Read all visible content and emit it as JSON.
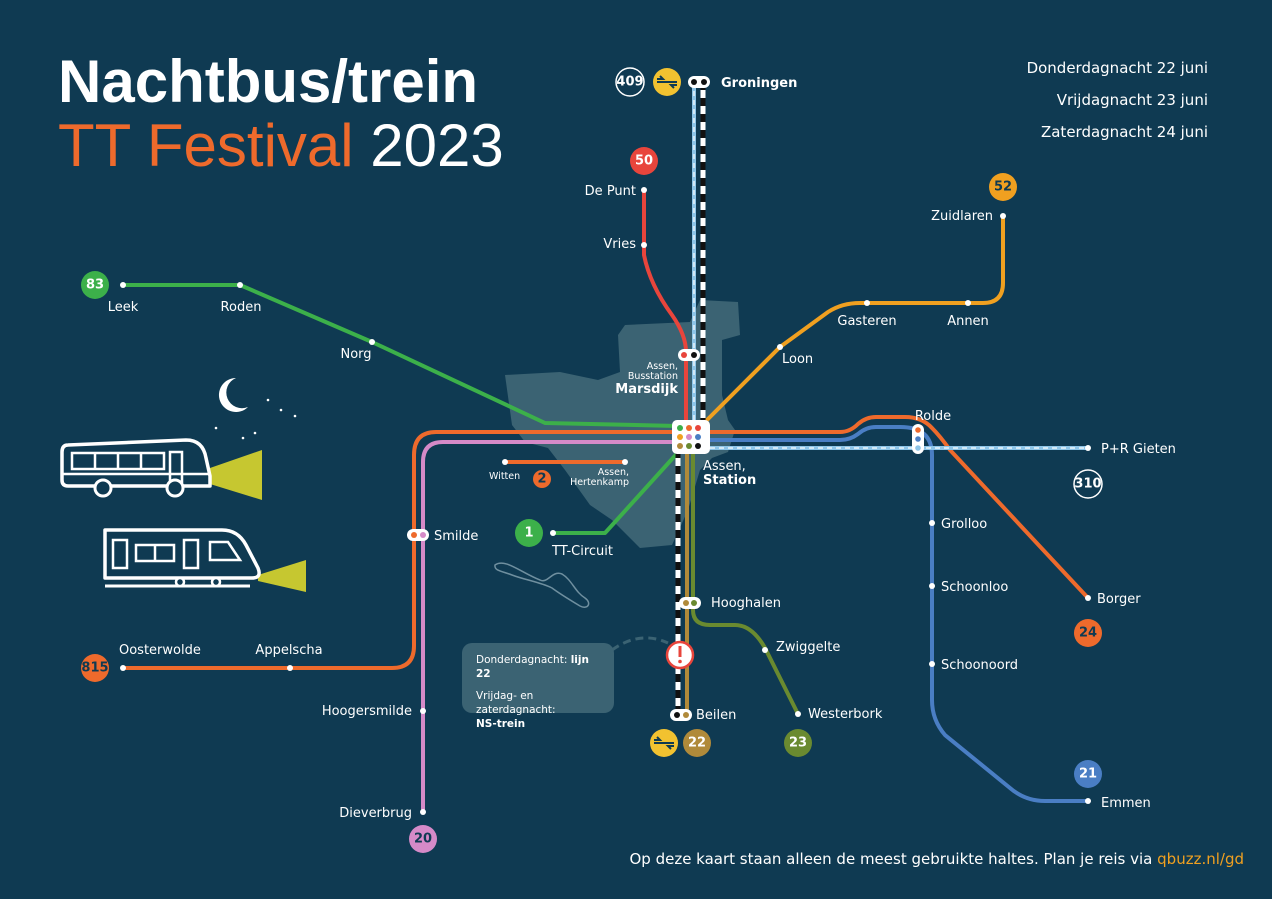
{
  "title": {
    "line1": "Nachtbus/trein",
    "line2_orange": "TT Festival",
    "line2_white": "2023"
  },
  "dates": [
    "Donderdagnacht 22 juni",
    "Vrijdagnacht 23 juni",
    "Zaterdagnacht 24 juni"
  ],
  "footer": {
    "text": "Op deze kaart staan alleen de meest gebruikte haltes. Plan je reis via ",
    "link": "qbuzz.nl/gd"
  },
  "info": {
    "line1_label": "Donderdagnacht: ",
    "line1_value": "lijn 22",
    "line2_label": "Vrijdag- en zaterdagnacht:",
    "line2_value": "NS-trein"
  },
  "colors": {
    "background": "#0f3a52",
    "orange": "#ee6a2c",
    "green": "#3cb04a",
    "red": "#e8453c",
    "blue": "#4a7ec4",
    "pink": "#d58ac8",
    "gold": "#b08a3a",
    "olive": "#6a8a30",
    "yellow": "#f2c230",
    "lightblue": "#8ec5e8"
  },
  "lines": [
    {
      "number": "409",
      "color": "#0f3a52"
    },
    {
      "number": "50",
      "color": "#e8453c"
    },
    {
      "number": "52",
      "color": "#f0a020"
    },
    {
      "number": "83",
      "color": "#3cb04a"
    },
    {
      "number": "2",
      "color": "#ee6a2c"
    },
    {
      "number": "1",
      "color": "#3cb04a"
    },
    {
      "number": "310",
      "color": "#0f3a52"
    },
    {
      "number": "815",
      "color": "#ee6a2c"
    },
    {
      "number": "24",
      "color": "#ee6a2c"
    },
    {
      "number": "22",
      "color": "#b08a3a"
    },
    {
      "number": "23",
      "color": "#6a8a30"
    },
    {
      "number": "21",
      "color": "#4a7ec4"
    },
    {
      "number": "20",
      "color": "#d58ac8"
    }
  ],
  "stops": {
    "groningen": "Groningen",
    "de_punt": "De Punt",
    "vries": "Vries",
    "zuidlaren": "Zuidlaren",
    "leek": "Leek",
    "roden": "Roden",
    "norg": "Norg",
    "gasteren": "Gasteren",
    "annen": "Annen",
    "loon": "Loon",
    "assen_busstation_1": "Assen,",
    "assen_busstation_2": "Busstation",
    "marsdijk": "Marsdijk",
    "rolde": "Rolde",
    "gieten": "P+R Gieten",
    "witten": "Witten",
    "assen_hertenkamp_1": "Assen,",
    "assen_hertenkamp_2": "Hertenkamp",
    "assen_station_1": "Assen,",
    "assen_station_2": "Station",
    "tt_circuit": "TT-Circuit",
    "smilde": "Smilde",
    "grolloo": "Grolloo",
    "schoonloo": "Schoonloo",
    "schoonoord": "Schoonoord",
    "borger": "Borger",
    "hooghalen": "Hooghalen",
    "zwiggelte": "Zwiggelte",
    "westerbork": "Westerbork",
    "beilen": "Beilen",
    "oosterwolde": "Oosterwolde",
    "appelscha": "Appelscha",
    "hoogersmilde": "Hoogersmilde",
    "dieverbrug": "Dieverbrug",
    "emmen": "Emmen"
  }
}
